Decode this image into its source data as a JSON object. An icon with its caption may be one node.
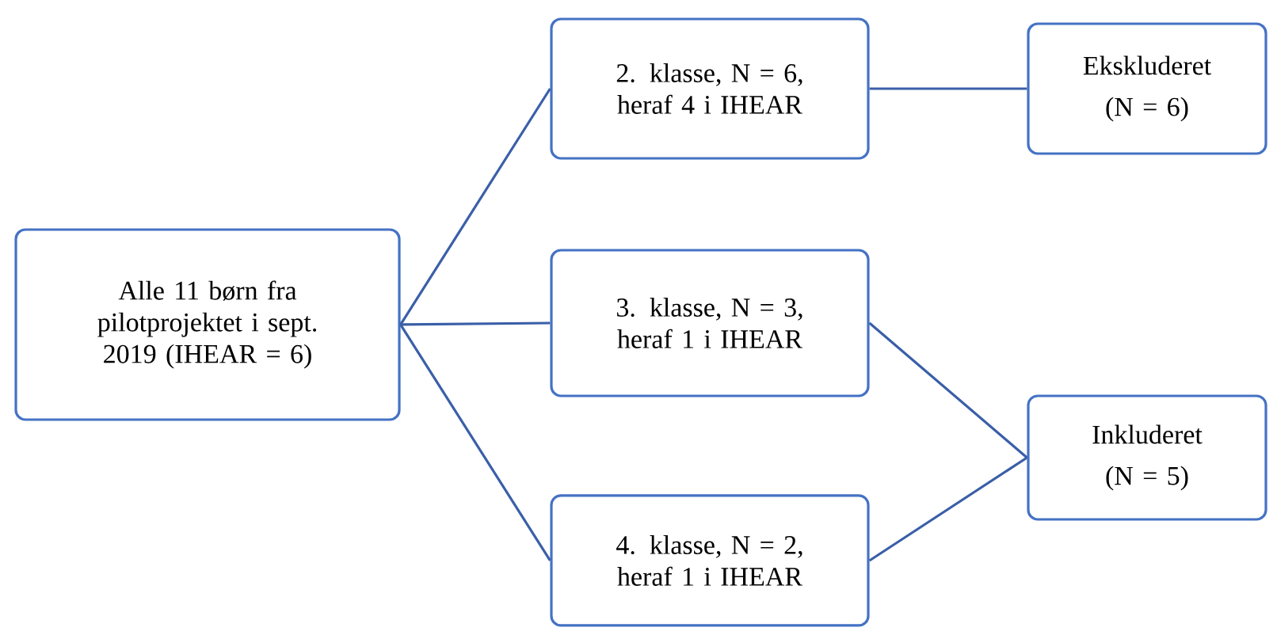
{
  "diagram": {
    "nodes": [
      {
        "text": [
          "Alle 11 børn fra pilotprojektet i sept. 2019 (IHEAR = 6)"
        ]
      },
      {
        "text": [
          "2. klasse, N = 6, heraf 4 i IHEAR"
        ]
      },
      {
        "text": [
          "Ekskluderet",
          "(N = 6)"
        ]
      },
      {
        "text": [
          "3. klasse, N = 3, heraf 1 i IHEAR"
        ]
      },
      {
        "text": [
          "Inkluderet",
          "(N = 5)"
        ]
      },
      {
        "text": [
          "4. klasse, N = 2, heraf 1 i IHEAR"
        ]
      }
    ],
    "edges": [
      {
        "from": 0,
        "to": 1,
        "arrow": "none"
      },
      {
        "from": 0,
        "to": 3,
        "arrow": "none"
      },
      {
        "from": 0,
        "to": 5,
        "arrow": "none"
      },
      {
        "from": 1,
        "to": 2,
        "arrow": "none"
      },
      {
        "from": 3,
        "to": 4,
        "arrow": "none"
      },
      {
        "from": 5,
        "to": 4,
        "arrow": "none"
      }
    ]
  }
}
